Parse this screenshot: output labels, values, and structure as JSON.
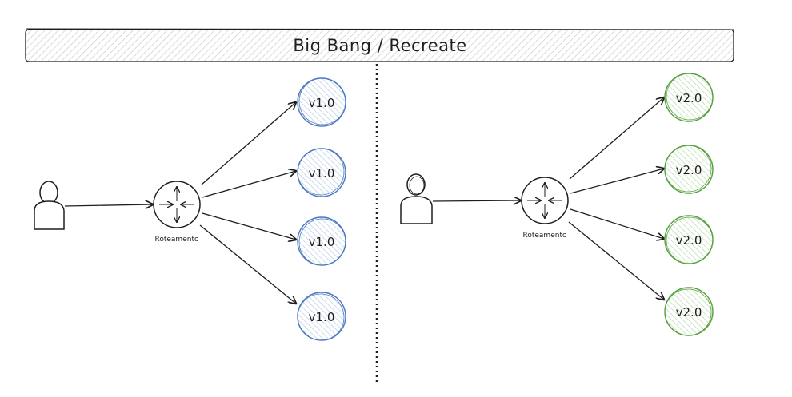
{
  "title": "Big Bang / Recreate",
  "left": {
    "router_label": "Roteamento",
    "targets": [
      "v1.0",
      "v1.0",
      "v1.0",
      "v1.0"
    ]
  },
  "right": {
    "router_label": "Roteamento",
    "targets": [
      "v2.0",
      "v2.0",
      "v2.0",
      "v2.0"
    ]
  },
  "colors": {
    "stroke": "#1e1e1e",
    "v1_stroke": "#4a78c0",
    "v1_fill": "#dbe4f0",
    "v2_stroke": "#57a13f",
    "v2_fill": "#d9ecd0",
    "title_fill": "#e6e6e6"
  },
  "icons": {
    "user": "user-icon",
    "router": "router-icon"
  }
}
